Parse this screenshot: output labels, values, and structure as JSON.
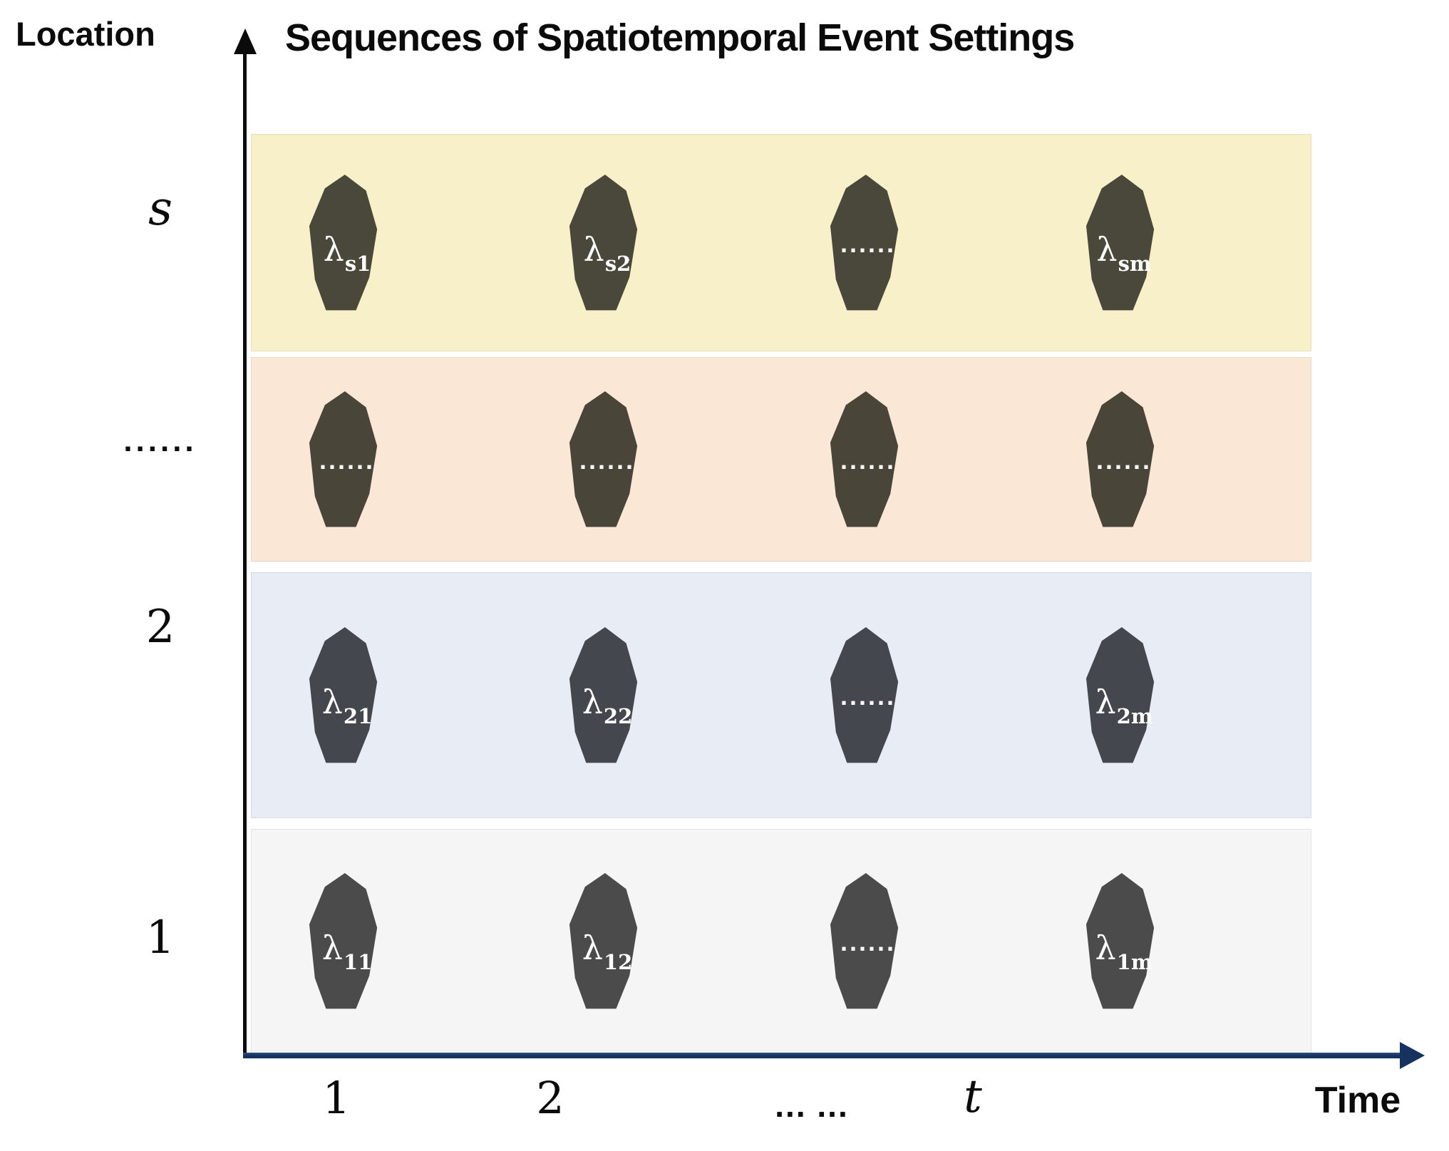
{
  "title": "Sequences of Spatiotemporal Event Settings",
  "axes": {
    "y": {
      "label": "Location",
      "color": "#0b0b0b"
    },
    "x": {
      "label": "Time",
      "color": "#16325e",
      "ticks": [
        "1",
        "2",
        "... ...",
        "t"
      ]
    }
  },
  "rows": [
    {
      "label": "s",
      "band_color": "#F7F0C9",
      "shape_color": "#4A473B",
      "cells": [
        {
          "base": "λ",
          "sub": "s1"
        },
        {
          "base": "λ",
          "sub": "s2"
        },
        {
          "dots": "......"
        },
        {
          "base": "λ",
          "sub": "sm"
        }
      ]
    },
    {
      "label": "......",
      "band_color": "#FBE7D6",
      "shape_color": "#494539",
      "cells": [
        {
          "dots": "......"
        },
        {
          "dots": "......"
        },
        {
          "dots": "......"
        },
        {
          "dots": "......"
        }
      ]
    },
    {
      "label": "2",
      "band_color": "#E8ECF4",
      "shape_color": "#45474E",
      "cells": [
        {
          "base": "λ",
          "sub": "21"
        },
        {
          "base": "λ",
          "sub": "22"
        },
        {
          "dots": "......"
        },
        {
          "base": "λ",
          "sub": "2m"
        }
      ]
    },
    {
      "label": "1",
      "band_color": "#F5F5F5",
      "shape_color": "#4B4B4B",
      "cells": [
        {
          "base": "λ",
          "sub": "11"
        },
        {
          "base": "λ",
          "sub": "12"
        },
        {
          "dots": "......"
        },
        {
          "base": "λ",
          "sub": "1m"
        }
      ]
    }
  ]
}
